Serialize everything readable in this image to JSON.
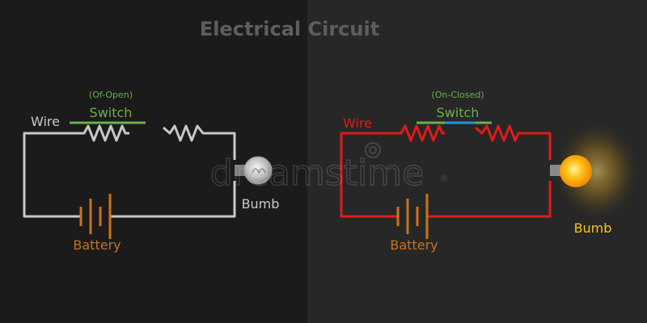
{
  "title": "Electrical Circuit",
  "watermark": "dreamstime",
  "colors": {
    "panel_left": "#1b1b1b",
    "panel_right": "#272727",
    "title": "#5e5e5e",
    "wire_off": "#c8c8c8",
    "wire_on": "#e01b1b",
    "switch_bar": "#6ab04c",
    "switch_contact_on": "#2e8fe0",
    "battery": "#c8731e",
    "bulb_glow": "#ffd23a",
    "bulb_label_on": "#f5c518"
  },
  "left_circuit": {
    "state_label": "(Of-Open)",
    "switch_label": "Switch",
    "wire_label": "Wire",
    "battery_label": "Battery",
    "bulb_label": "Bumb"
  },
  "right_circuit": {
    "state_label": "(On-Closed)",
    "switch_label": "Switch",
    "wire_label": "Wire",
    "battery_label": "Battery",
    "bulb_label": "Bumb"
  }
}
